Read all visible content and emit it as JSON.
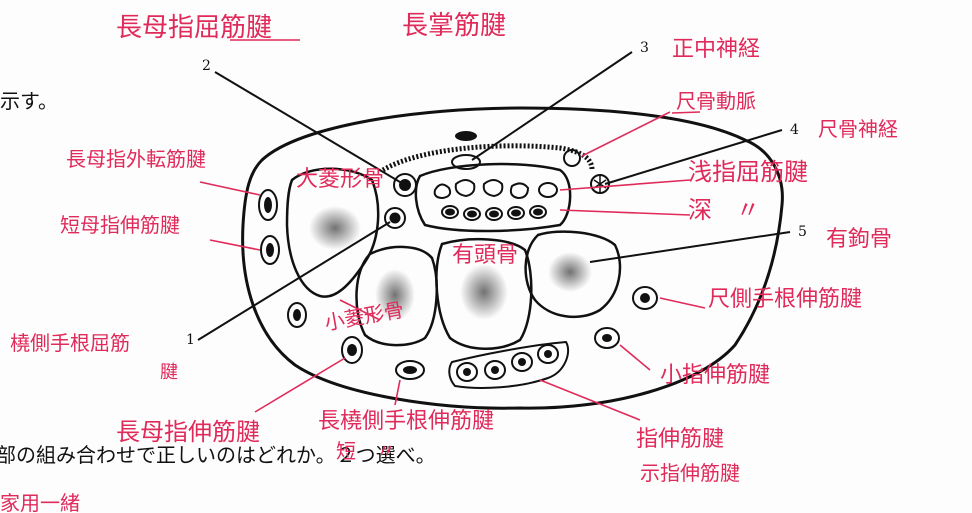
{
  "printed": {
    "numbers": [
      "1",
      "2",
      "3",
      "4",
      "5"
    ],
    "fragment_top": "示す。",
    "fragment_bottom": "部の組み合わせで正しいのはどれか。２つ選べ。",
    "fragment_bottom_cut": "家用一緒"
  },
  "handwritten_labels": {
    "fpl_tendon": "長母指屈筋腱",
    "pl_tendon": "長掌筋腱",
    "median_nerve": "正中神経",
    "ulnar_artery": "尺骨動脈",
    "ulnar_nerve": "尺骨神経",
    "fds_tendon": "浅指屈筋腱",
    "fdp_tendon": "深　〃",
    "hamate": "有鉤骨",
    "apl_tendon": "長母指外転筋腱",
    "epb_tendon": "短母指伸筋腱",
    "trapezium": "大菱形骨",
    "trapezoid": "小菱形骨",
    "capitate": "有頭骨",
    "fcr_tendon_1": "橈側手根屈筋",
    "fcr_tendon_2": "腱",
    "ecu_tendon": "尺側手根伸筋腱",
    "edm_tendon": "小指伸筋腱",
    "epl_tendon": "長母指伸筋腱",
    "ecrl_tendon": "長橈側手根伸筋腱",
    "ecrb_ditto": "短　〃",
    "ed_tendon": "指伸筋腱",
    "eip_tendon": "示指伸筋腱"
  },
  "colors": {
    "ink": "#111111",
    "pen": "#e02a5a"
  }
}
